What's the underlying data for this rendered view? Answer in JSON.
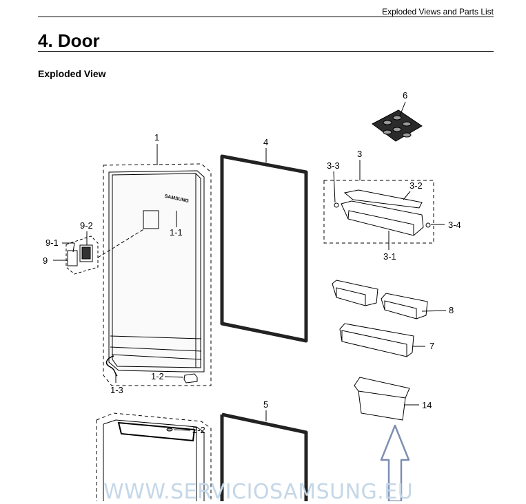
{
  "header": {
    "text": "Exploded Views and Parts List"
  },
  "section": {
    "title": "4.  Door"
  },
  "subtitle": "Exploded View",
  "brand_mark": "SAMSUNG",
  "callouts": [
    "1",
    "1-1",
    "1-2",
    "1-3",
    "2-2",
    "3",
    "3-1",
    "3-2",
    "3-3",
    "3-4",
    "4",
    "5",
    "6",
    "7",
    "8",
    "9",
    "9-1",
    "9-2",
    "14"
  ],
  "watermark": "WWW.SERVICIOSAMSUNG.EU",
  "colors": {
    "text": "#000000",
    "watermark": "#c4d7e8",
    "arrow": "#7d8eb2",
    "gasket": "#222222"
  }
}
